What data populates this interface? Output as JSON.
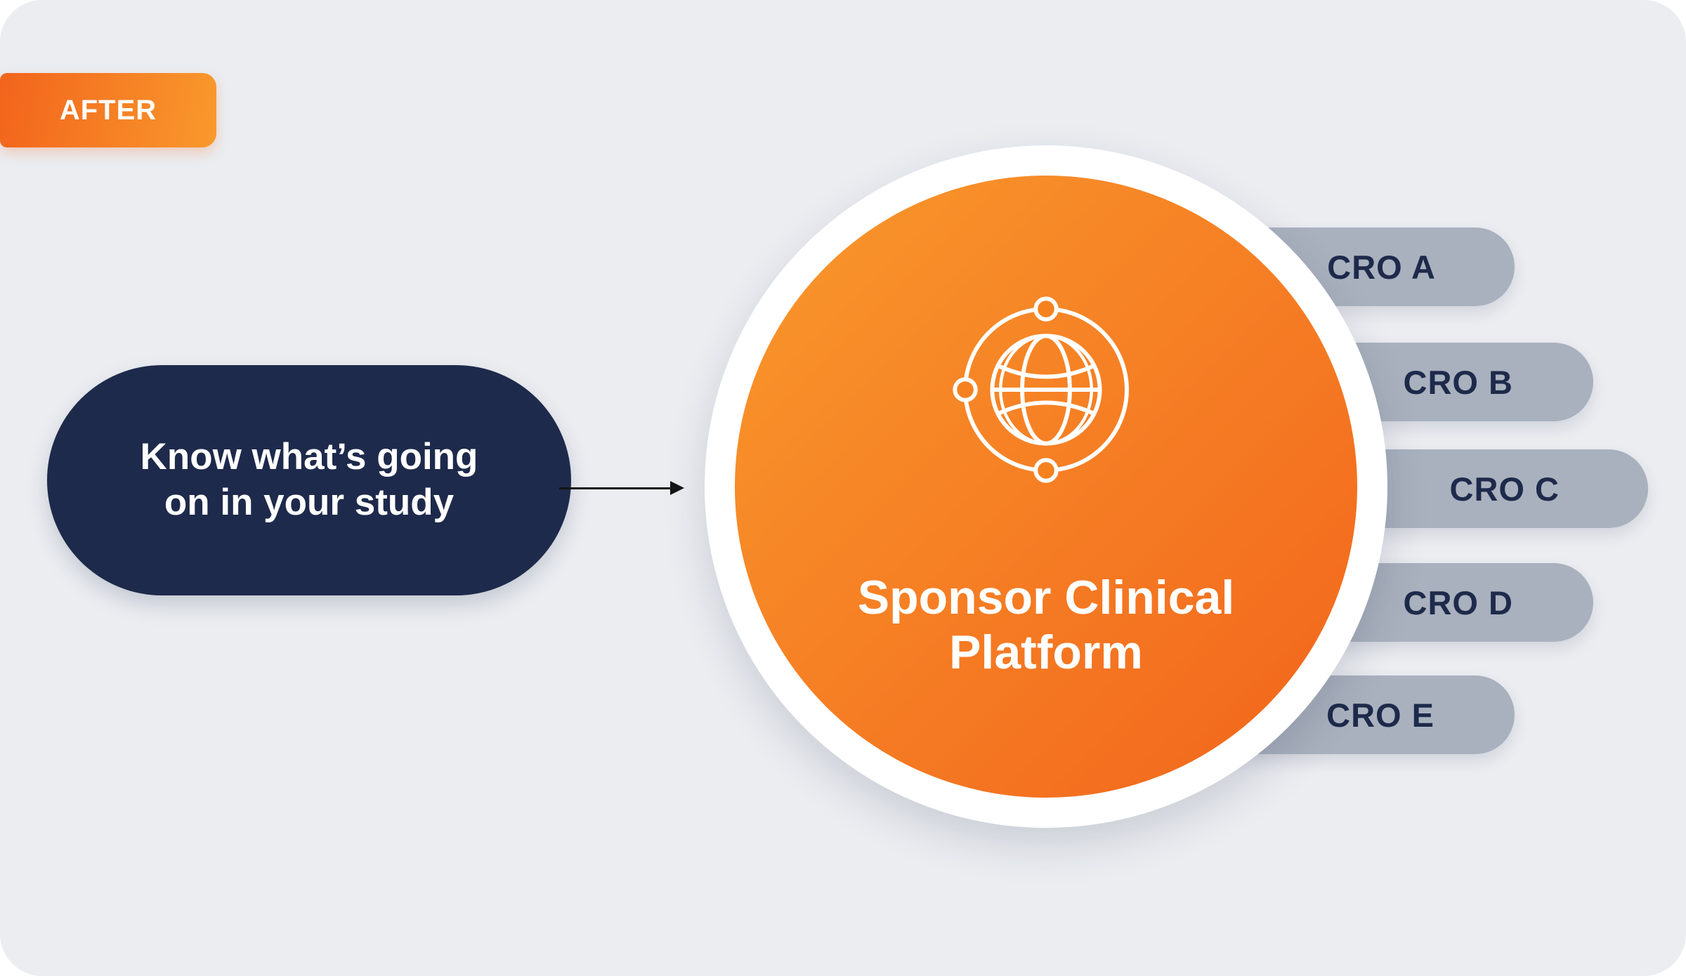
{
  "badge": {
    "label": "AFTER"
  },
  "message_pill": {
    "line1": "Know what’s going",
    "line2": "on in your study"
  },
  "platform": {
    "title_line1": "Sponsor Clinical",
    "title_line2": "Platform",
    "icon": "globe-network-icon"
  },
  "cros": [
    {
      "label": "CRO A"
    },
    {
      "label": "CRO B"
    },
    {
      "label": "CRO C"
    },
    {
      "label": "CRO D"
    },
    {
      "label": "CRO E"
    }
  ],
  "colors": {
    "background": "#EBEDF1",
    "navy": "#1E2A4B",
    "orange_start": "#F9992C",
    "orange_end": "#F2641C",
    "pill_gray": "#A9B1BE"
  }
}
